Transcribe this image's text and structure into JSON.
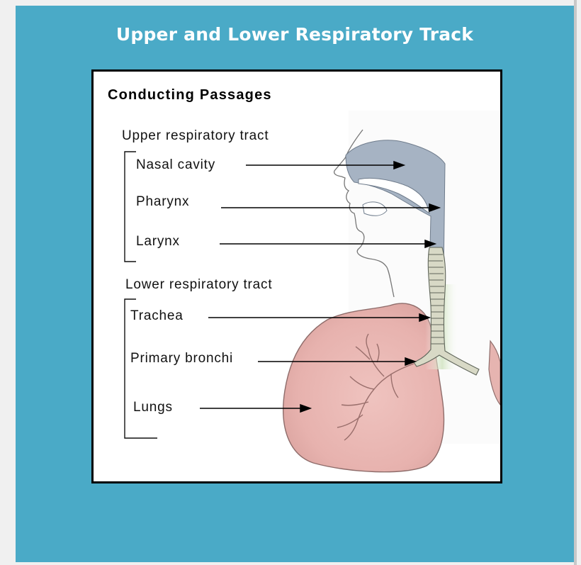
{
  "slide": {
    "title": "Upper and Lower Respiratory Track",
    "background": "#4aaac7"
  },
  "diagram": {
    "header": "Conducting Passages",
    "upper_group": "Upper respiratory tract",
    "lower_group": "Lower respiratory tract",
    "labels": {
      "nasal_cavity": "Nasal cavity",
      "pharynx": "Pharynx",
      "larynx": "Larynx",
      "trachea": "Trachea",
      "primary_bronchi": "Primary bronchi",
      "lungs": "Lungs"
    },
    "colors": {
      "airway": "#a6b3c3",
      "lung": "#e6b4b0",
      "trachea": "#b5c9a0"
    }
  }
}
